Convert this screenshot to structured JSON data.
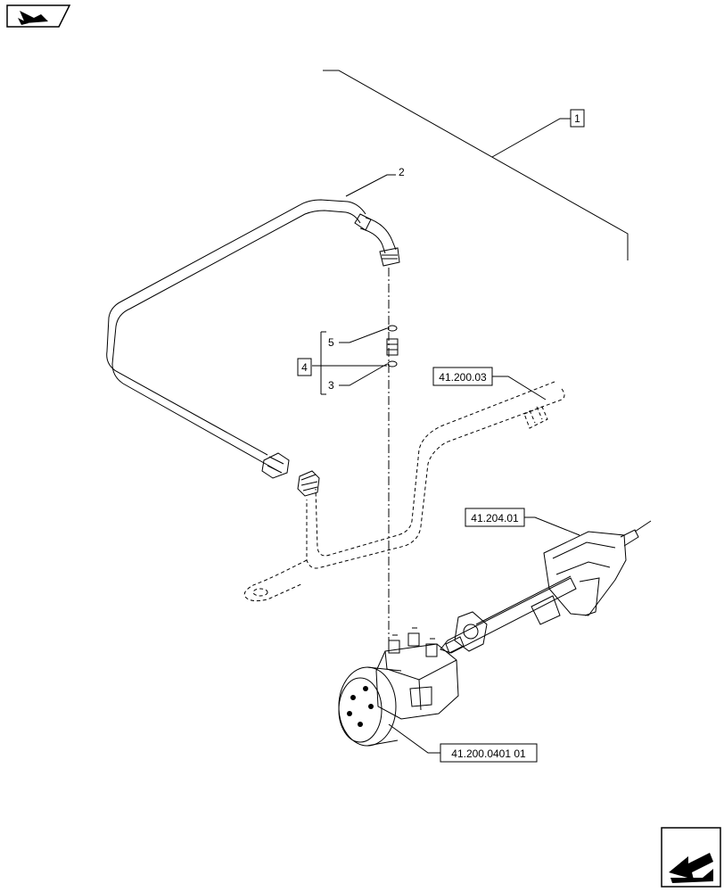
{
  "callouts": {
    "item_1": "1",
    "item_2": "2",
    "item_3": "3",
    "item_4": "4",
    "item_5": "5",
    "ref_41_200_03": "41.200.03",
    "ref_41_204_01": "41.204.01",
    "ref_41_200_0401_01": "41.200.0401 01"
  },
  "icons": {
    "top_left": "back-arrow-icon",
    "bottom_right": "next-page-arrow-icon"
  }
}
